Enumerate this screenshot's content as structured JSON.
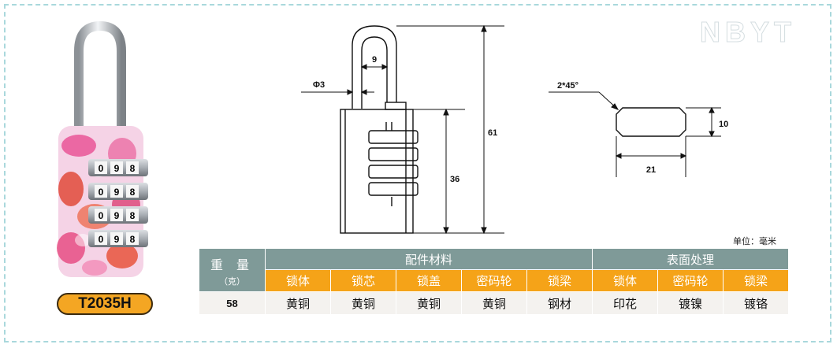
{
  "watermark": "NBYT",
  "product": {
    "model": "T2035H"
  },
  "drawing": {
    "dims": {
      "shackle_inner": "9",
      "shackle_dia": "Φ3",
      "height_total": "61",
      "body_height": "36",
      "chamfer": "2*45°",
      "section_height": "10",
      "section_width": "21"
    },
    "unit_note": "单位：毫米"
  },
  "dial_digits": [
    "0",
    "9",
    "8"
  ],
  "table": {
    "weight_label": "重 量",
    "weight_unit": "（克）",
    "weight_value": "58",
    "group_material": "配件材料",
    "group_surface": "表面处理",
    "columns": [
      "锁体",
      "锁芯",
      "锁盖",
      "密码轮",
      "锁梁",
      "锁体",
      "密码轮",
      "锁梁"
    ],
    "values": [
      "黄铜",
      "黄铜",
      "黄铜",
      "黄铜",
      "钢材",
      "印花",
      "镀镍",
      "镀铬"
    ]
  },
  "colors": {
    "header": "#7f9a98",
    "subheader": "#f5a318",
    "badge": "#f4a623",
    "border": "#a9d8dc"
  }
}
